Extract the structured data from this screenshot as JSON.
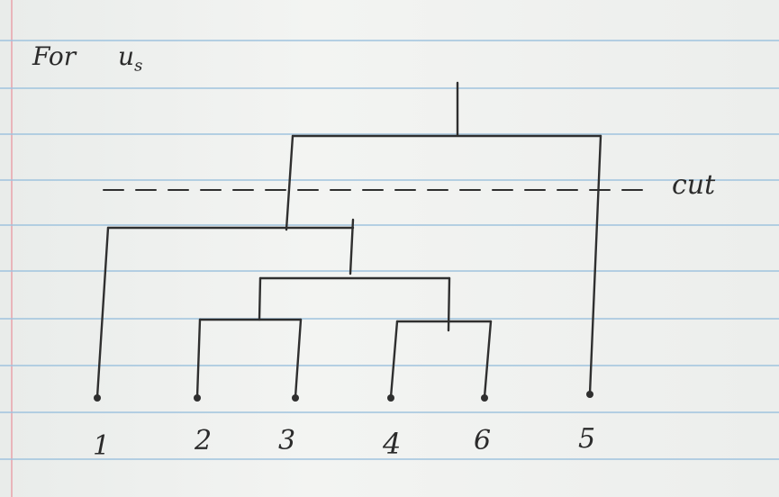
{
  "heading": {
    "prefix": "For",
    "symbol": "u",
    "subscript": "s"
  },
  "cut_label": "cut",
  "leaves": [
    "1",
    "2",
    "3",
    "4",
    "6",
    "5"
  ],
  "colors": {
    "ink": "#2f2f2f",
    "rule": "#9fc3dd",
    "margin": "#e8a6ae",
    "paper": "#eef0ef"
  }
}
